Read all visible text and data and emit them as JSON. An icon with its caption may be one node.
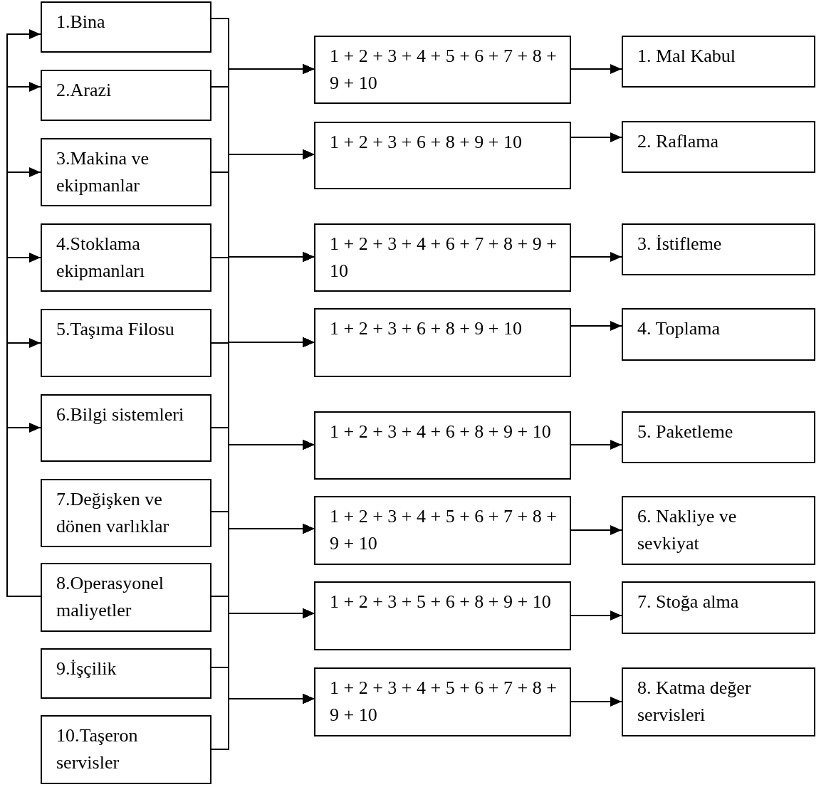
{
  "diagram": {
    "nodes": [
      {
        "text": [
          "1.Bina"
        ]
      },
      {
        "text": [
          "2.Arazi"
        ]
      },
      {
        "text": [
          "3.Makina ve ekipmanlar"
        ]
      },
      {
        "text": [
          "4.Stoklama ekipmanları"
        ]
      },
      {
        "text": [
          "5.Taşıma Filosu"
        ]
      },
      {
        "text": [
          "6.Bilgi sistemleri"
        ]
      },
      {
        "text": [
          "7.Değişken ve dönen varlıklar"
        ]
      },
      {
        "text": [
          "8.Operasyonel maliyetler"
        ]
      },
      {
        "text": [
          "9.İşçilik"
        ]
      },
      {
        "text": [
          "10.Taşeron servisler"
        ]
      },
      {
        "text": [
          "1 + 2 + 3 + 4 + 5 + 6 + 7 + 8 + 9 + 10"
        ]
      },
      {
        "text": [
          "1 + 2 + 3 + 6 + 8 + 9 + 10"
        ]
      },
      {
        "text": [
          "1 + 2 + 3 + 4 + 6 + 7 + 8 + 9 + 10"
        ]
      },
      {
        "text": [
          "1 + 2 + 3 + 6 + 8 + 9 + 10"
        ]
      },
      {
        "text": [
          "1 + 2 + 3 + 4 + 6 + 8 + 9 + 10"
        ]
      },
      {
        "text": [
          "1 + 2 + 3 + 4 + 5 + 6 + 7 + 8 + 9 + 10"
        ]
      },
      {
        "text": [
          "1 + 2 + 3 + 5 + 6 + 8 + 9 + 10"
        ]
      },
      {
        "text": [
          "1 + 2 + 3 + 4 + 5 + 6 + 7 + 8 + 9 + 10"
        ]
      },
      {
        "text": [
          "1. Mal Kabul"
        ]
      },
      {
        "text": [
          "2. Raflama"
        ]
      },
      {
        "text": [
          "3. İstifleme"
        ]
      },
      {
        "text": [
          "4. Toplama"
        ]
      },
      {
        "text": [
          "5. Paketleme"
        ]
      },
      {
        "text": [
          "6. Nakliye ve sevkiyat"
        ]
      },
      {
        "text": [
          "7. Stoğa alma"
        ]
      },
      {
        "text": [
          "8. Katma değer servisleri"
        ]
      }
    ],
    "edges": [
      {
        "from": 0,
        "to": 10,
        "arrow": "to"
      },
      {
        "from": 0,
        "to": 11,
        "arrow": "to"
      },
      {
        "from": 0,
        "to": 12,
        "arrow": "to"
      },
      {
        "from": 0,
        "to": 13,
        "arrow": "to"
      },
      {
        "from": 0,
        "to": 14,
        "arrow": "to"
      },
      {
        "from": 0,
        "to": 15,
        "arrow": "to"
      },
      {
        "from": 0,
        "to": 16,
        "arrow": "to"
      },
      {
        "from": 0,
        "to": 17,
        "arrow": "to"
      },
      {
        "from": 1,
        "to": 10,
        "arrow": "to"
      },
      {
        "from": 1,
        "to": 11,
        "arrow": "to"
      },
      {
        "from": 1,
        "to": 12,
        "arrow": "to"
      },
      {
        "from": 1,
        "to": 13,
        "arrow": "to"
      },
      {
        "from": 1,
        "to": 14,
        "arrow": "to"
      },
      {
        "from": 1,
        "to": 15,
        "arrow": "to"
      },
      {
        "from": 1,
        "to": 16,
        "arrow": "to"
      },
      {
        "from": 1,
        "to": 17,
        "arrow": "to"
      },
      {
        "from": 2,
        "to": 10,
        "arrow": "to"
      },
      {
        "from": 2,
        "to": 11,
        "arrow": "to"
      },
      {
        "from": 2,
        "to": 12,
        "arrow": "to"
      },
      {
        "from": 2,
        "to": 13,
        "arrow": "to"
      },
      {
        "from": 2,
        "to": 14,
        "arrow": "to"
      },
      {
        "from": 2,
        "to": 15,
        "arrow": "to"
      },
      {
        "from": 2,
        "to": 16,
        "arrow": "to"
      },
      {
        "from": 2,
        "to": 17,
        "arrow": "to"
      },
      {
        "from": 3,
        "to": 10,
        "arrow": "to"
      },
      {
        "from": 3,
        "to": 11,
        "arrow": "to"
      },
      {
        "from": 3,
        "to": 12,
        "arrow": "to"
      },
      {
        "from": 3,
        "to": 13,
        "arrow": "to"
      },
      {
        "from": 3,
        "to": 14,
        "arrow": "to"
      },
      {
        "from": 3,
        "to": 15,
        "arrow": "to"
      },
      {
        "from": 3,
        "to": 16,
        "arrow": "to"
      },
      {
        "from": 3,
        "to": 17,
        "arrow": "to"
      },
      {
        "from": 4,
        "to": 10,
        "arrow": "to"
      },
      {
        "from": 4,
        "to": 11,
        "arrow": "to"
      },
      {
        "from": 4,
        "to": 12,
        "arrow": "to"
      },
      {
        "from": 4,
        "to": 13,
        "arrow": "to"
      },
      {
        "from": 4,
        "to": 14,
        "arrow": "to"
      },
      {
        "from": 4,
        "to": 15,
        "arrow": "to"
      },
      {
        "from": 4,
        "to": 16,
        "arrow": "to"
      },
      {
        "from": 4,
        "to": 17,
        "arrow": "to"
      },
      {
        "from": 5,
        "to": 10,
        "arrow": "to"
      },
      {
        "from": 5,
        "to": 11,
        "arrow": "to"
      },
      {
        "from": 5,
        "to": 12,
        "arrow": "to"
      },
      {
        "from": 5,
        "to": 13,
        "arrow": "to"
      },
      {
        "from": 5,
        "to": 14,
        "arrow": "to"
      },
      {
        "from": 5,
        "to": 15,
        "arrow": "to"
      },
      {
        "from": 5,
        "to": 16,
        "arrow": "to"
      },
      {
        "from": 5,
        "to": 17,
        "arrow": "to"
      },
      {
        "from": 6,
        "to": 10,
        "arrow": "to"
      },
      {
        "from": 6,
        "to": 11,
        "arrow": "to"
      },
      {
        "from": 6,
        "to": 12,
        "arrow": "to"
      },
      {
        "from": 6,
        "to": 13,
        "arrow": "to"
      },
      {
        "from": 6,
        "to": 14,
        "arrow": "to"
      },
      {
        "from": 6,
        "to": 15,
        "arrow": "to"
      },
      {
        "from": 6,
        "to": 16,
        "arrow": "to"
      },
      {
        "from": 6,
        "to": 17,
        "arrow": "to"
      },
      {
        "from": 7,
        "to": 10,
        "arrow": "to"
      },
      {
        "from": 7,
        "to": 11,
        "arrow": "to"
      },
      {
        "from": 7,
        "to": 12,
        "arrow": "to"
      },
      {
        "from": 7,
        "to": 13,
        "arrow": "to"
      },
      {
        "from": 7,
        "to": 14,
        "arrow": "to"
      },
      {
        "from": 7,
        "to": 15,
        "arrow": "to"
      },
      {
        "from": 7,
        "to": 16,
        "arrow": "to"
      },
      {
        "from": 7,
        "to": 17,
        "arrow": "to"
      },
      {
        "from": 8,
        "to": 10,
        "arrow": "to"
      },
      {
        "from": 8,
        "to": 11,
        "arrow": "to"
      },
      {
        "from": 8,
        "to": 12,
        "arrow": "to"
      },
      {
        "from": 8,
        "to": 13,
        "arrow": "to"
      },
      {
        "from": 8,
        "to": 14,
        "arrow": "to"
      },
      {
        "from": 8,
        "to": 15,
        "arrow": "to"
      },
      {
        "from": 8,
        "to": 16,
        "arrow": "to"
      },
      {
        "from": 8,
        "to": 17,
        "arrow": "to"
      },
      {
        "from": 9,
        "to": 10,
        "arrow": "to"
      },
      {
        "from": 9,
        "to": 11,
        "arrow": "to"
      },
      {
        "from": 9,
        "to": 12,
        "arrow": "to"
      },
      {
        "from": 9,
        "to": 13,
        "arrow": "to"
      },
      {
        "from": 9,
        "to": 14,
        "arrow": "to"
      },
      {
        "from": 9,
        "to": 15,
        "arrow": "to"
      },
      {
        "from": 9,
        "to": 16,
        "arrow": "to"
      },
      {
        "from": 9,
        "to": 17,
        "arrow": "to"
      },
      {
        "from": 10,
        "to": 18,
        "arrow": "to"
      },
      {
        "from": 11,
        "to": 19,
        "arrow": "to"
      },
      {
        "from": 12,
        "to": 20,
        "arrow": "to"
      },
      {
        "from": 13,
        "to": 21,
        "arrow": "to"
      },
      {
        "from": 14,
        "to": 22,
        "arrow": "to"
      },
      {
        "from": 15,
        "to": 23,
        "arrow": "to"
      },
      {
        "from": 16,
        "to": 24,
        "arrow": "to"
      },
      {
        "from": 17,
        "to": 25,
        "arrow": "to"
      },
      {
        "from": 7,
        "to": 0,
        "arrow": "to"
      },
      {
        "from": 7,
        "to": 1,
        "arrow": "to"
      },
      {
        "from": 7,
        "to": 2,
        "arrow": "to"
      },
      {
        "from": 7,
        "to": 3,
        "arrow": "to"
      },
      {
        "from": 7,
        "to": 4,
        "arrow": "to"
      },
      {
        "from": 7,
        "to": 5,
        "arrow": "to"
      }
    ]
  }
}
